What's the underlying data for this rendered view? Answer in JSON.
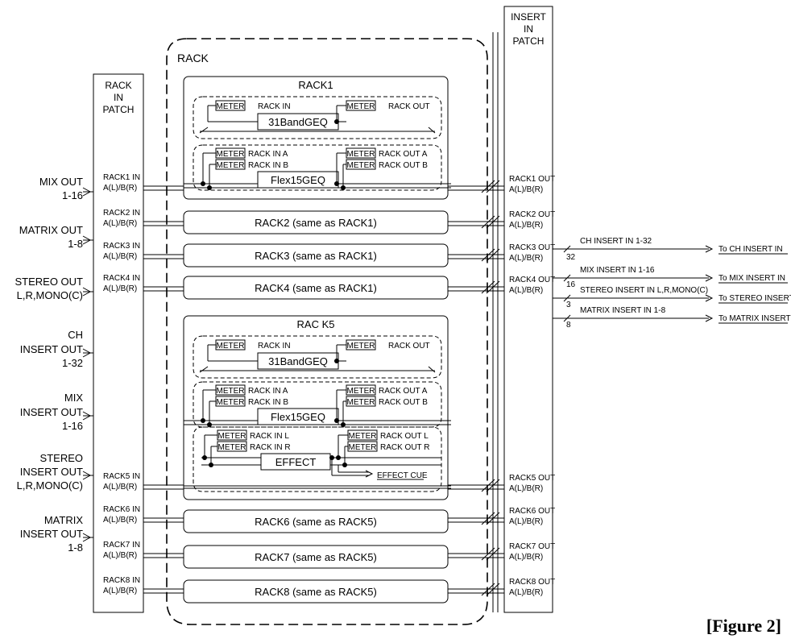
{
  "rack_label": "RACK",
  "rack_in_patch": [
    "RACK",
    "IN",
    "PATCH"
  ],
  "insert_in_patch": [
    "INSERT",
    "IN",
    "PATCH"
  ],
  "sources": [
    [
      "MIX OUT",
      "1-16"
    ],
    [
      "MATRIX OUT",
      "1-8"
    ],
    [
      "STEREO OUT",
      "L,R,MONO(C)"
    ],
    [
      "CH",
      "INSERT OUT",
      "1-32"
    ],
    [
      "MIX",
      "INSERT OUT",
      "1-16"
    ],
    [
      "STEREO",
      "INSERT OUT",
      "L,R,MONO(C)"
    ],
    [
      "MATRIX",
      "INSERT OUT",
      "1-8"
    ]
  ],
  "rack_ins": [
    "RACK1 IN",
    "RACK2 IN",
    "RACK3 IN",
    "RACK4 IN",
    "RACK5 IN",
    "RACK6 IN",
    "RACK7 IN",
    "RACK8 IN"
  ],
  "rack_outs": [
    "RACK1 OUT",
    "RACK2 OUT",
    "RACK3 OUT",
    "RACK4 OUT",
    "RACK5 OUT",
    "RACK6 OUT",
    "RACK7 OUT",
    "RACK8 OUT"
  ],
  "port_sub": "A(L)/B(R)",
  "rack_titles": [
    "RACK1",
    "RAC K5"
  ],
  "simple_racks": [
    "RACK2 (same as RACK1)",
    "RACK3 (same as RACK1)",
    "RACK4 (same as RACK1)",
    "RACK6 (same as RACK5)",
    "RACK7 (same as RACK5)",
    "RACK8 (same as RACK5)"
  ],
  "meter": "METER",
  "geq": {
    "name": "31BandGEQ",
    "in": "RACK IN",
    "out": "RACK OUT"
  },
  "flex": {
    "name": "Flex15GEQ",
    "in_a": "RACK IN A",
    "in_b": "RACK IN B",
    "out_a": "RACK OUT A",
    "out_b": "RACK OUT B"
  },
  "effect": {
    "name": "EFFECT",
    "in_l": "RACK IN L",
    "in_r": "RACK IN R",
    "out_l": "RACK OUT L",
    "out_r": "RACK OUT R",
    "cue": "EFFECT CUE"
  },
  "outputs": [
    {
      "label": "CH INSERT IN 1-32",
      "count": "32",
      "dest": "To CH INSERT IN"
    },
    {
      "label": "MIX INSERT IN 1-16",
      "count": "16",
      "dest": "To MIX INSERT IN"
    },
    {
      "label": "STEREO INSERT IN L,R,MONO(C)",
      "count": "3",
      "dest": "To STEREO INSERT IN"
    },
    {
      "label": "MATRIX INSERT IN 1-8",
      "count": "8",
      "dest": "To MATRIX INSERT IN"
    }
  ],
  "figure_caption": "[Figure 2]"
}
